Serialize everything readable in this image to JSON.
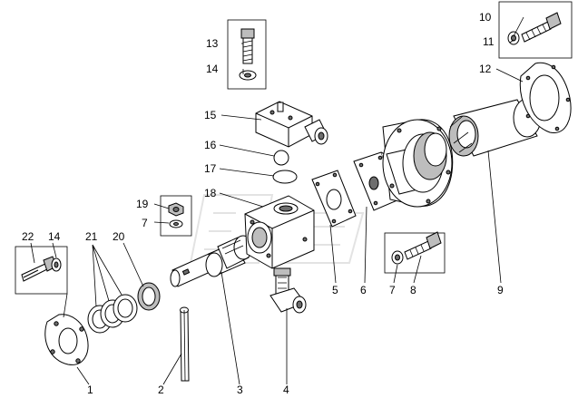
{
  "diagram": {
    "callouts": [
      {
        "id": "c1",
        "text": "1"
      },
      {
        "id": "c2",
        "text": "2"
      },
      {
        "id": "c3",
        "text": "3"
      },
      {
        "id": "c4",
        "text": "4"
      },
      {
        "id": "c5",
        "text": "5"
      },
      {
        "id": "c6",
        "text": "6"
      },
      {
        "id": "c7a",
        "text": "7"
      },
      {
        "id": "c7b",
        "text": "7"
      },
      {
        "id": "c8",
        "text": "8"
      },
      {
        "id": "c9",
        "text": "9"
      },
      {
        "id": "c10",
        "text": "10"
      },
      {
        "id": "c11",
        "text": "11"
      },
      {
        "id": "c12",
        "text": "12"
      },
      {
        "id": "c13",
        "text": "13"
      },
      {
        "id": "c14a",
        "text": "14"
      },
      {
        "id": "c14b",
        "text": "14"
      },
      {
        "id": "c15",
        "text": "15"
      },
      {
        "id": "c16",
        "text": "16"
      },
      {
        "id": "c17",
        "text": "17"
      },
      {
        "id": "c18",
        "text": "18"
      },
      {
        "id": "c19",
        "text": "19"
      },
      {
        "id": "c20",
        "text": "20"
      },
      {
        "id": "c21",
        "text": "21"
      },
      {
        "id": "c22",
        "text": "22"
      }
    ]
  }
}
